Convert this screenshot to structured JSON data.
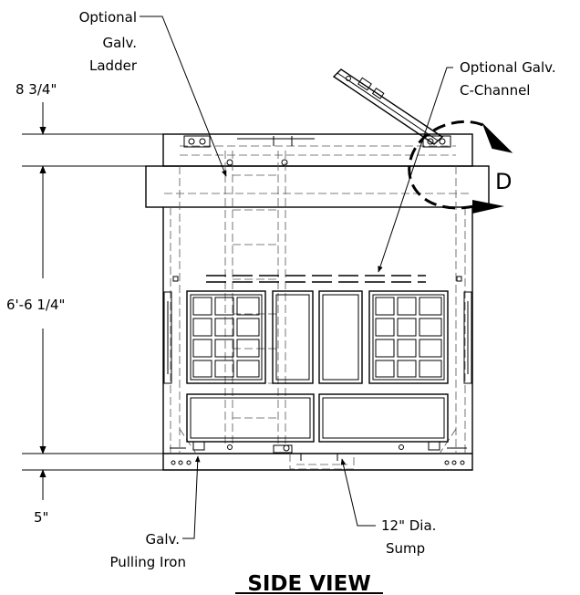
{
  "labels": {
    "ladder": [
      "Optional",
      "Galv.",
      "Ladder"
    ],
    "channel": [
      "Optional Galv.",
      "C-Channel"
    ],
    "pulling_iron": [
      "Galv.",
      "Pulling Iron"
    ],
    "sump": [
      "12\" Dia.",
      "Sump"
    ],
    "swing_marker": "D"
  },
  "dimensions": {
    "top": "8 3/4\"",
    "height": "6'-6 1/4\"",
    "bottom": "5\""
  },
  "title": "SIDE VIEW"
}
